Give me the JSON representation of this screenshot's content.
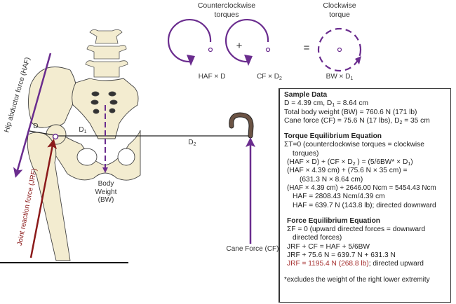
{
  "torque_legend": {
    "ccw_title_line1": "Counterclockwise",
    "ccw_title_line2": "torques",
    "cw_title_line1": "Clockwise",
    "cw_title_line2": "torque",
    "term1": "HAF × D",
    "term2_base": "CF × D",
    "term2_sub": "2",
    "term3_base": "BW × D",
    "term3_sub": "1",
    "plus": "+",
    "equals": "="
  },
  "diagram_labels": {
    "haf": "Hip abductor force (HAF)",
    "jrf": "Joint reaction force (JRF)",
    "d": "D",
    "d1_base": "D",
    "d1_sub": "1",
    "d2_base": "D",
    "d2_sub": "2",
    "bw_line1": "Body",
    "bw_line2": "Weight",
    "bw_line3": "(BW)",
    "cane_force": "Cane Force (CF)"
  },
  "colors": {
    "purple": "#6a2c8e",
    "dark_red": "#8b1a1a",
    "bone": "#f3ecd0",
    "cane": "#6b5344"
  },
  "sample_data": {
    "title": "Sample Data",
    "line1_a": "D = 4.39 cm, D",
    "line1_sub": "1",
    "line1_b": " = 8.64 cm",
    "line2": "Total body weight (BW) = 760.6 N (171 lb)",
    "line3_a": "Cane force (CF) = 75.6 N (17 lbs), D",
    "line3_sub": "2",
    "line3_b": " = 35 cm"
  },
  "torque_eq": {
    "title": "Torque Equilibrium Equation",
    "l1": "ΣT=0 (counterclockwise torques = clockwise",
    "l2": "torques)",
    "l3_a": "(HAF × D) + (CF × D",
    "l3_sub1": "2",
    "l3_b": " ) = (5/6BW* × D",
    "l3_sub2": "1",
    "l3_c": ")",
    "l4": "(HAF × 4.39 cm) + (75.6 N × 35 cm) =",
    "l5": "(631.3 N × 8.64 cm)",
    "l6": "(HAF × 4.39 cm) + 2646.00 Ncm = 5454.43 Ncm",
    "l7": "HAF = 2808.43 Ncm/4.39 cm",
    "l8": "HAF = 639.7 N (143.8 lb); directed downward"
  },
  "force_eq": {
    "title": "Force Equilibrium Equation",
    "l1": "ΣF = 0 (upward directed forces = downward",
    "l2": "directed forces)",
    "l3": "JRF + CF = HAF + 5/6BW",
    "l4": "JRF + 75.6 N = 639.7 N + 631.3 N",
    "l5_red": "JRF = 1195.4 N (268.8 lb)",
    "l5_rest": "; directed upward"
  },
  "footnote": "*excludes the weight of the right lower extremity"
}
